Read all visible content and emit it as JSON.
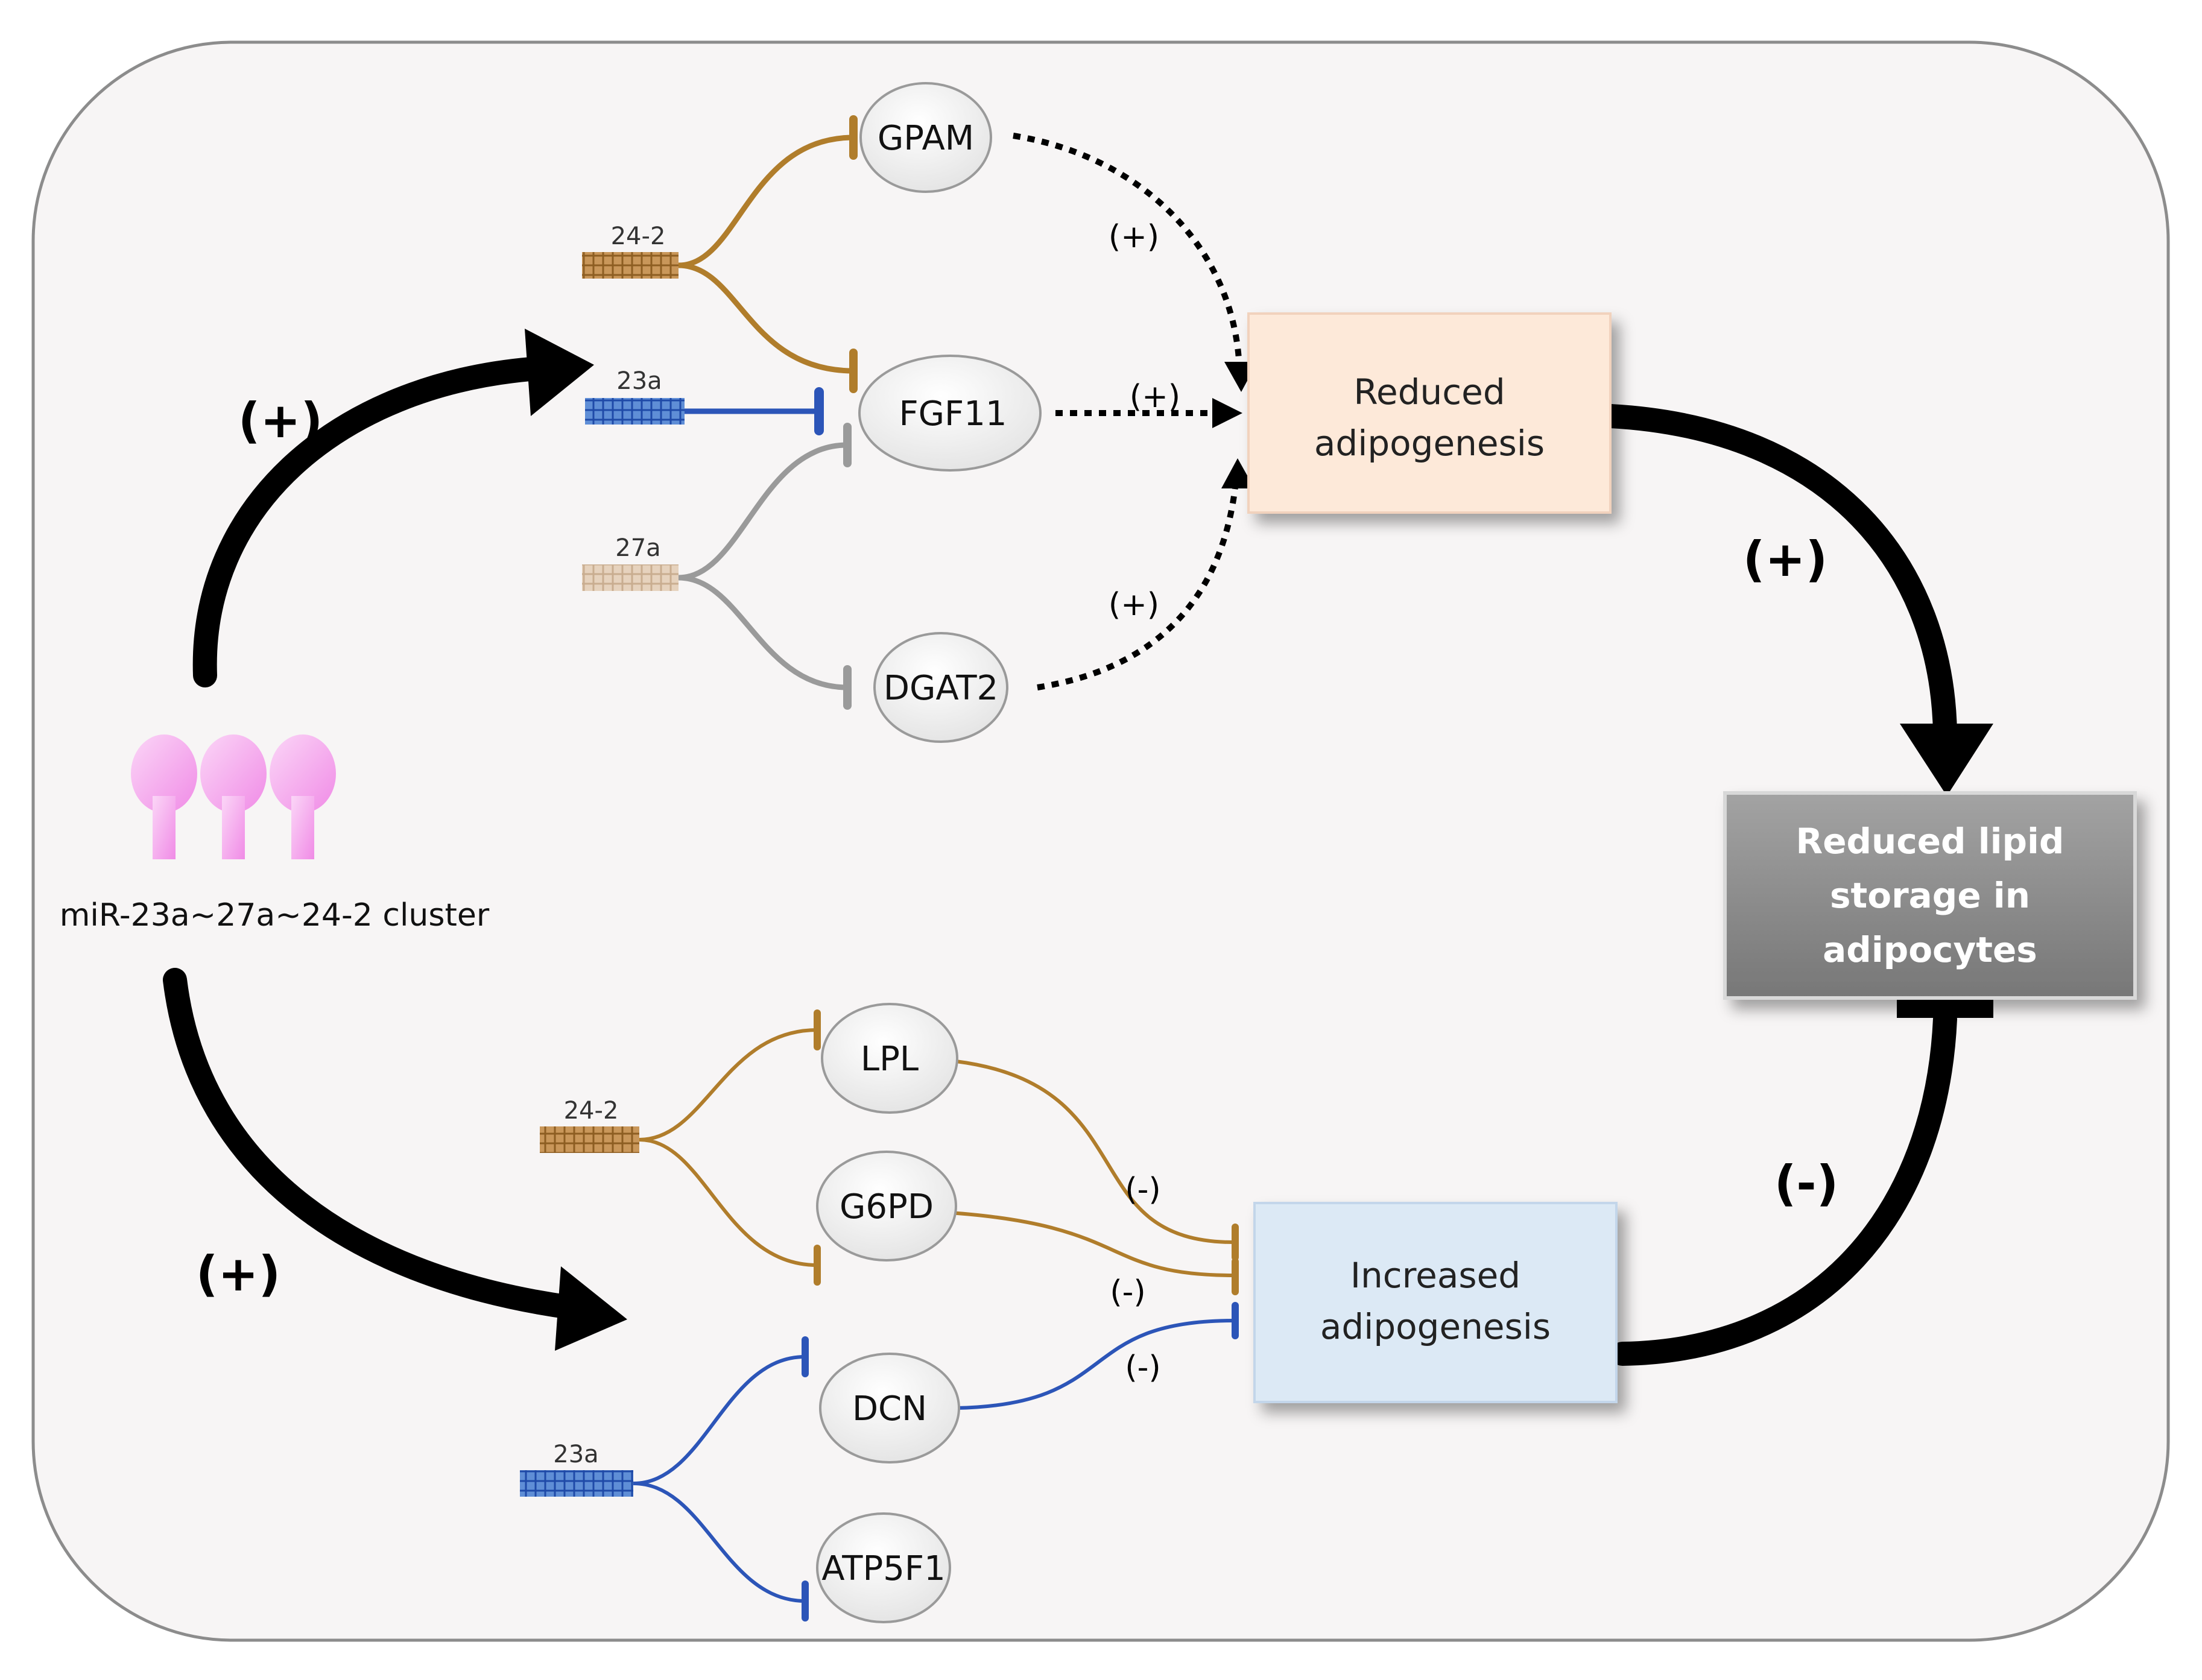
{
  "cluster": {
    "label": "miR-23a~27a~24-2 cluster"
  },
  "mirnas": {
    "top_24_2": "24-2",
    "top_23a": "23a",
    "top_27a": "27a",
    "bottom_24_2": "24-2",
    "bottom_23a": "23a"
  },
  "genes": {
    "gpam": "GPAM",
    "fgf11": "FGF11",
    "dgat2": "DGAT2",
    "lpl": "LPL",
    "g6pd": "G6PD",
    "dcn": "DCN",
    "atp5f1": "ATP5F1"
  },
  "boxes": {
    "reduced_adipogenesis": [
      "Reduced",
      "adipogenesis"
    ],
    "increased_adipogenesis": [
      "Increased",
      "adipogenesis"
    ],
    "reduced_lipid": [
      "Reduced lipid",
      "storage in",
      "adipocytes"
    ]
  },
  "signs": {
    "top_left": "(+)",
    "bottom_left": "(+)",
    "right_top": "(+)",
    "right_bottom": "(-)",
    "gpam_edge": "(+)",
    "fgf11_edge": "(+)",
    "dgat2_edge": "(+)",
    "lpl_edge": "(-)",
    "g6pd_edge": "(-)",
    "dcn_edge": "(-)"
  },
  "colors": {
    "background": "#f7f5f5",
    "mir24": "#b07d2b",
    "mir23": "#2c55b8",
    "mir27": "#9a9a9a",
    "mir_hairpin": "#f5b8f0",
    "reduced_box": "#fde9d9",
    "increased_box": "#dce9f5",
    "lipid_box": "#8a8a8a"
  }
}
